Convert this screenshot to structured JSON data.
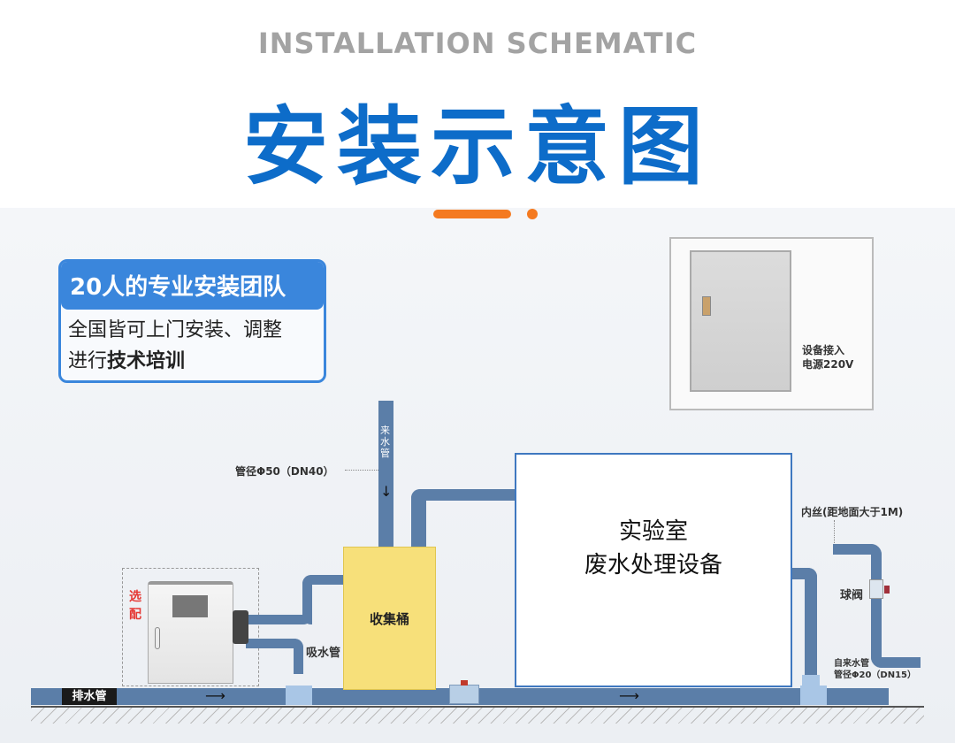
{
  "header": {
    "subtitle": "INSTALLATION SCHEMATIC",
    "title": "安装示意图"
  },
  "card": {
    "heading": "20人的专业安装团队",
    "line1": "全国皆可上门安装、调整",
    "line2_a": "进行",
    "line2_b": "技术培训"
  },
  "labels": {
    "power": "设备接入",
    "power2": "电源220V",
    "inlet_pipe": "来水管",
    "pipe_dia": "管径Φ50（DN40）",
    "bucket": "收集桶",
    "equipment1": "实验室",
    "equipment2": "废水处理设备",
    "inner_thread": "内丝(距地面大于1M)",
    "ball_valve": "球阀",
    "tap_water": "自来水管",
    "tap_dia": "管径Φ20（DN15）",
    "optional": "选配",
    "suction": "吸水管",
    "drain": "排水管"
  },
  "colors": {
    "title": "#0d6cc9",
    "accent": "#f47a20",
    "pipe": "#5b7ea8",
    "bucket": "#f7e07a",
    "optional": "#e53935"
  }
}
